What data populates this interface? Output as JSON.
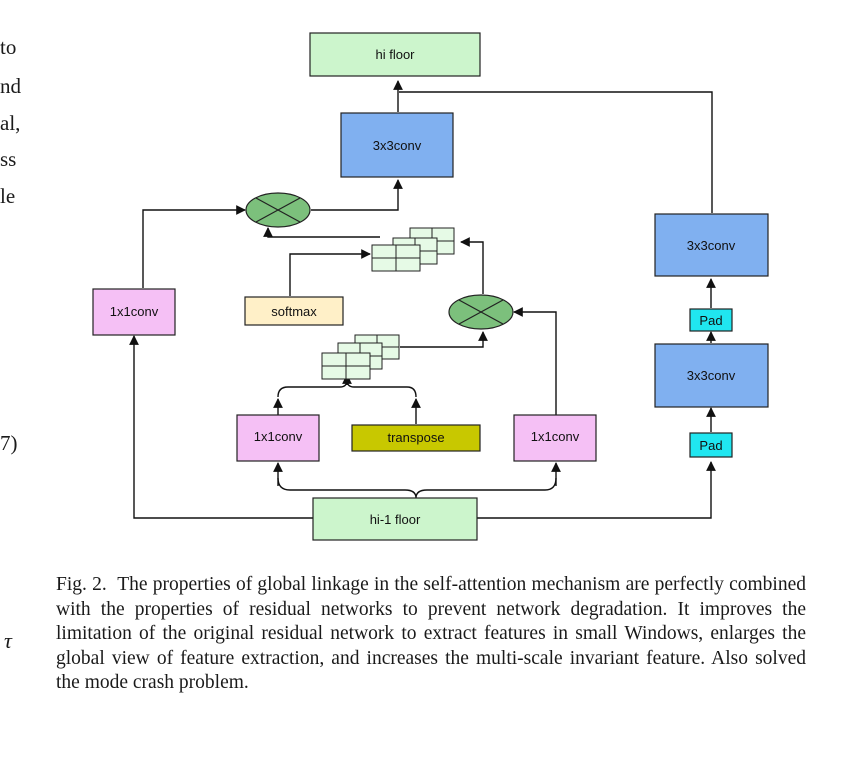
{
  "left_fragments": [
    "to",
    "nd",
    "al,",
    "ss",
    "le",
    "7)"
  ],
  "tau": "τ",
  "nodes": {
    "hi_floor": "hi floor",
    "conv3_top": "3x3conv",
    "conv1_left": "1x1conv",
    "softmax": "softmax",
    "conv1_mid_left": "1x1conv",
    "transpose": "transpose",
    "conv1_mid_right": "1x1conv",
    "hi1_floor": "hi-1 floor",
    "conv3_right_top": "3x3conv",
    "pad_top": "Pad",
    "conv3_right_bottom": "3x3conv",
    "pad_bottom": "Pad"
  },
  "colors": {
    "floor_fill": "#ccf5cc",
    "conv3_fill": "#80b0f0",
    "conv1_fill": "#f5c0f5",
    "softmax_fill": "#fff0c8",
    "transpose_fill": "#c8c800",
    "pad_fill": "#20e6f0",
    "mult_fill": "#7cc07c",
    "grid_fill": "#e6fae6"
  },
  "caption": {
    "label": "Fig. 2.",
    "text": "The properties of global linkage in the self-attention mechanism are perfectly combined with the properties of residual networks to prevent network degradation. It improves the limitation of the original residual network to extract features in small Windows, enlarges the global view of feature extraction, and increases the multi-scale invariant feature. Also solved the mode crash problem."
  }
}
